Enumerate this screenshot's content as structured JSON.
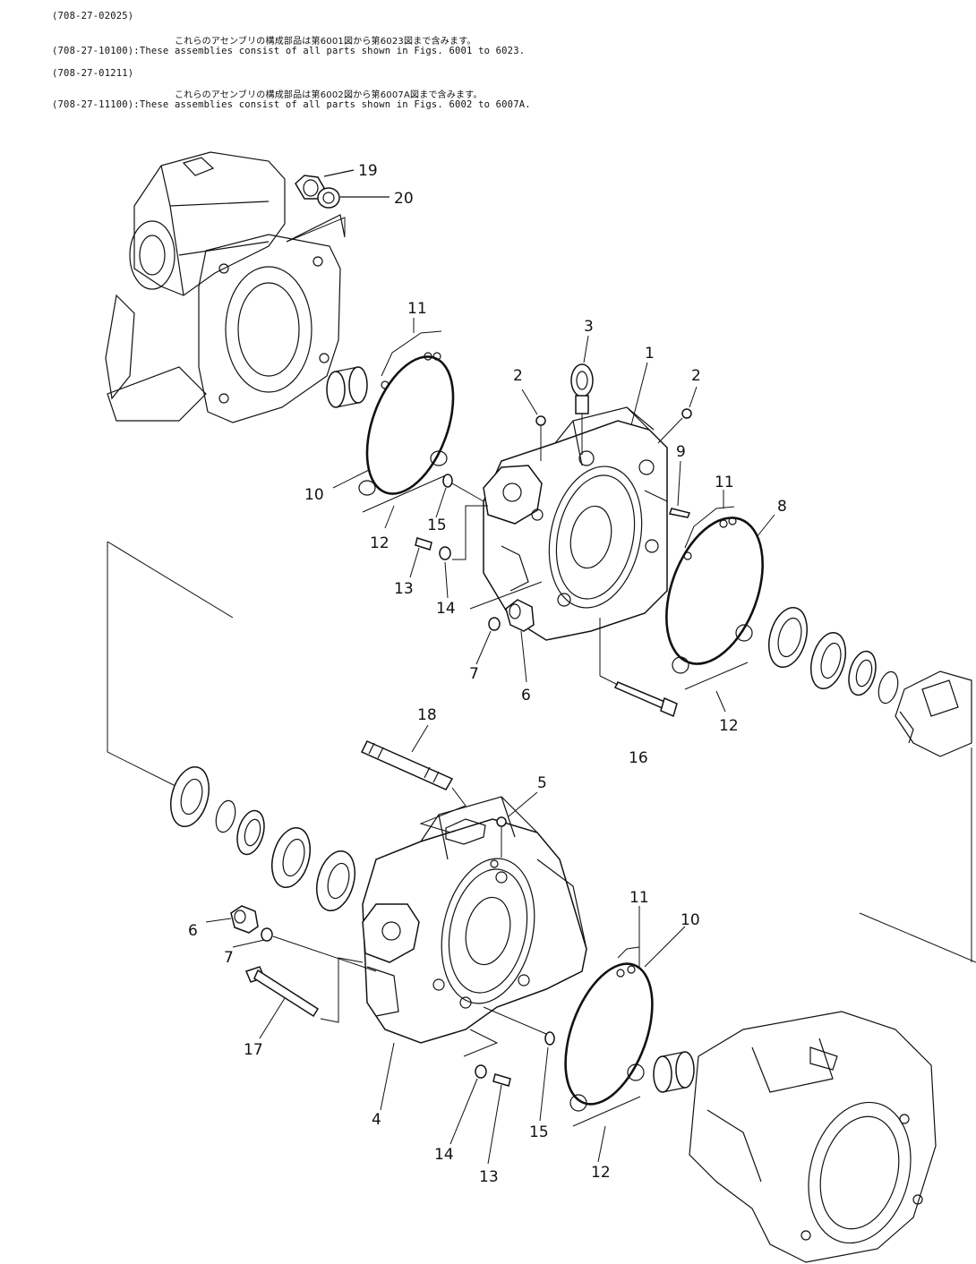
{
  "header": {
    "line1": "(708-27-02025)",
    "line2_jp": "これらのアセンブリの構成部品は第6001図から第6023図まで含みます。",
    "line3_prefix": "(708-27-10100):",
    "line3": "These assemblies consist of all parts shown in Figs. 6001 to 6023.",
    "line4": "(708-27-01211)",
    "line5_jp": "これらのアセンブリの構成部品は第6002図から第6007A図まで含みます。",
    "line6_prefix": "(708-27-11100):",
    "line6": "These assemblies consist of all parts shown in Figs. 6002 to 6007A."
  },
  "callouts": {
    "c1": "1",
    "c2a": "2",
    "c2b": "2",
    "c3": "3",
    "c4": "4",
    "c5": "5",
    "c6a": "6",
    "c6b": "6",
    "c7a": "7",
    "c7b": "7",
    "c8": "8",
    "c9": "9",
    "c10a": "10",
    "c10b": "10",
    "c11a": "11",
    "c11b": "11",
    "c11c": "11",
    "c12a": "12",
    "c12b": "12",
    "c12c": "12",
    "c13a": "13",
    "c13b": "13",
    "c14a": "14",
    "c14b": "14",
    "c15a": "15",
    "c15b": "15",
    "c16": "16",
    "c17": "17",
    "c18": "18",
    "c19": "19",
    "c20": "20"
  }
}
